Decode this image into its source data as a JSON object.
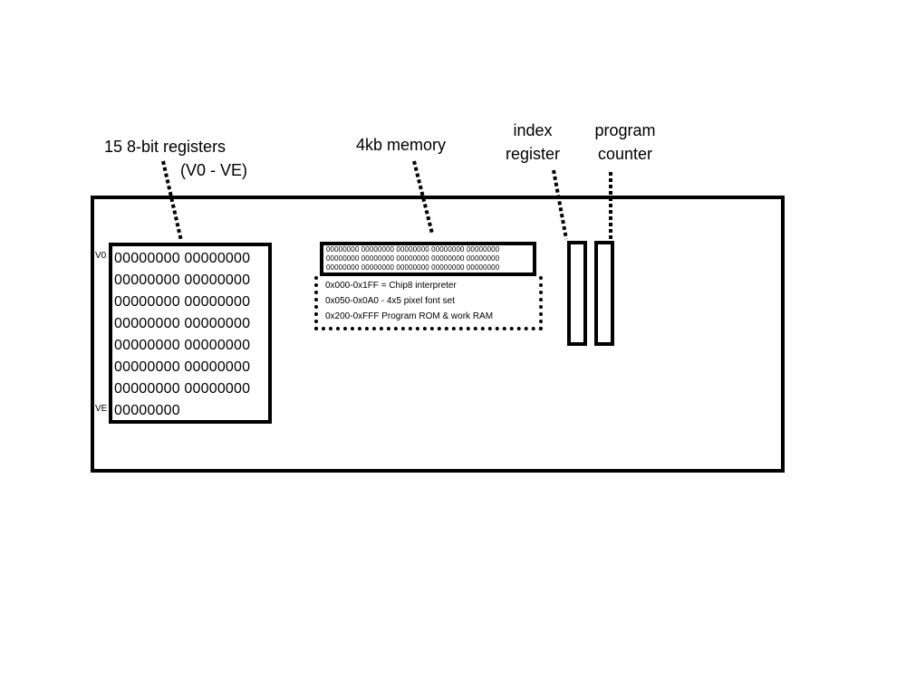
{
  "labels": {
    "registers_line1": "15 8-bit registers",
    "registers_line2": "(V0 - VE)",
    "memory": "4kb memory",
    "index_line1": "index",
    "index_line2": "register",
    "pc_line1": "program",
    "pc_line2": "counter"
  },
  "registers": {
    "first_label": "V0",
    "last_label": "VE",
    "rows": [
      "00000000 00000000",
      "00000000 00000000",
      "00000000 00000000",
      "00000000 00000000",
      "00000000 00000000",
      "00000000 00000000",
      "00000000 00000000",
      "00000000"
    ]
  },
  "memory": {
    "rows": [
      "00000000 00000000 00000000 00000000 00000000",
      "00000000 00000000 00000000 00000000 00000000",
      "00000000 00000000 00000000 00000000 00000000"
    ],
    "map": [
      "0x000-0x1FF = Chip8 interpreter",
      "0x050-0x0A0 - 4x5 pixel font set",
      "0x200-0xFFF Program ROM & work RAM"
    ]
  }
}
